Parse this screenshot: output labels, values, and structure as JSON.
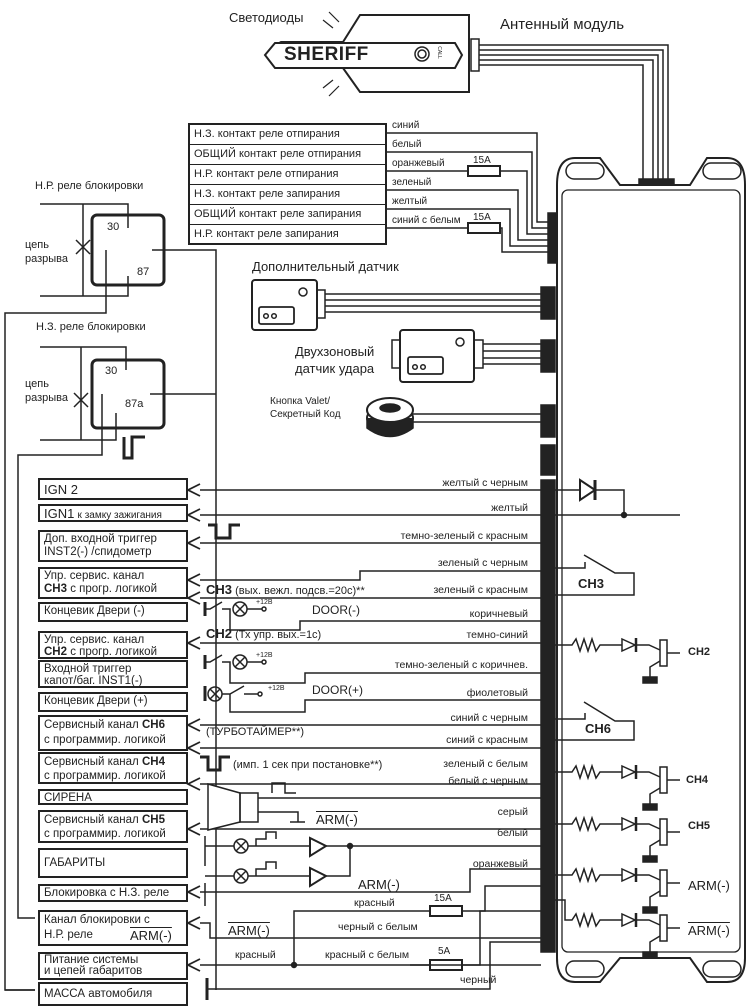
{
  "top": {
    "leds_label": "Светодиоды",
    "antenna_label": "Антенный модуль",
    "brand": "SHERIFF",
    "call_label": "CALL"
  },
  "door_lock_contacts": [
    {
      "label": "Н.З. контакт реле отпирания",
      "wire": "синий",
      "fuse": ""
    },
    {
      "label": "ОБЩИЙ контакт реле отпирания",
      "wire": "белый",
      "fuse": ""
    },
    {
      "label": "Н.Р. контакт реле отпирания",
      "wire": "оранжевый",
      "fuse": "15A"
    },
    {
      "label": "Н.З. контакт реле запирания",
      "wire": "зеленый",
      "fuse": ""
    },
    {
      "label": "ОБЩИЙ контакт реле запирания",
      "wire": "желтый",
      "fuse": ""
    },
    {
      "label": "Н.Р. контакт реле запирания",
      "wire": "синий с белым",
      "fuse": "15A"
    }
  ],
  "relays": {
    "no_title": "Н.Р. реле блокировки",
    "nc_title": "Н.З. реле блокировки",
    "break_label_1": "цепь",
    "break_label_2": "разрыва",
    "pin30": "30",
    "pin87": "87",
    "pin87a": "87a"
  },
  "sensors": {
    "extra_sensor": "Дополнительный датчик",
    "shock_sensor_1": "Двухзоновый",
    "shock_sensor_2": "датчик удара",
    "valet_1": "Кнопка Valet/",
    "valet_2": "Секретный Код"
  },
  "left_boxes": {
    "ign2": "IGN 2",
    "ign1_a": "IGN1",
    "ign1_b": "к замку зажигания",
    "inst2_a": "Доп. входной триггер",
    "inst2_b": "INST2(-) /спидометр",
    "ch3_a": "Упр. сервис. канал",
    "ch3_b_bold": "CH3",
    "ch3_b": " с прогр. логикой",
    "door_minus": "Концевик Двери (-)",
    "ch2_a": "Упр. сервис. канал",
    "ch2_b_bold": "CH2",
    "ch2_b": " с прогр. логикой",
    "inst1_a": "Входной триггер",
    "inst1_b": "капот/баг. INST1(-)",
    "door_plus": "Концевик Двери (+)",
    "ch6_a": "Сервисный канал ",
    "ch6_a_bold": "CH6",
    "ch6_b": "с программир. логикой",
    "ch4_a": "Сервисный канал ",
    "ch4_a_bold": "CH4",
    "ch4_b": "с программир. логикой",
    "siren": "СИРЕНА",
    "ch5_a": "Сервисный канал ",
    "ch5_a_bold": "CH5",
    "ch5_b": "с программир. логикой",
    "parking": "ГАБАРИТЫ",
    "nc_block": "Блокировка с Н.З. реле",
    "no_block_a": "Канал блокировки с",
    "no_block_b": "Н.Р. реле",
    "no_block_arm": "ARM(-)",
    "power_a": "Питание системы",
    "power_b": "и цепей габаритов",
    "ground": "МАССА автомобиля"
  },
  "wires": {
    "w1": "желтый с черным",
    "w2": "желтый",
    "w3": "темно-зеленый с красным",
    "w4": "зеленый с черным",
    "w5": "зеленый с красным",
    "w6": "коричневый",
    "w7": "темно-синий",
    "w8": "темно-зеленый с коричнев.",
    "w9": "фиолетовый",
    "w10": "синий с черным",
    "w11": "синий с красным",
    "w12": "зеленый с белым",
    "w13": "белый с черным",
    "w14": "серый",
    "w15": "белый",
    "w16": "оранжевый",
    "w17": "красный",
    "w18": "черный с белым",
    "w19": "красный",
    "w20": "красный с белым",
    "w21": "черный"
  },
  "notes": {
    "ch3_note_bold": "CH3",
    "ch3_note": " (вых. вежл. подсв.=20с)**",
    "ch2_note_bold": "CH2",
    "ch2_note": " (Тх упр. вых.=1с)",
    "door_minus": "DOOR(-)",
    "door_plus": "DOOR(+)",
    "plus12": "+12В",
    "turbo": "(ТУРБОТАЙМЕР**)",
    "ch4_note": "(имп. 1 сек при постановке**)",
    "arm_minus": "ARM(-)",
    "arm_bar": "ARM(-)",
    "fuse15": "15A",
    "fuse5": "5A"
  },
  "unit": {
    "ch3": "CH3",
    "ch6": "CH6",
    "ch2": "CH2",
    "ch4": "CH4",
    "ch5": "CH5",
    "arm": "ARM(-)",
    "arm_bar": "ARM(-)"
  }
}
